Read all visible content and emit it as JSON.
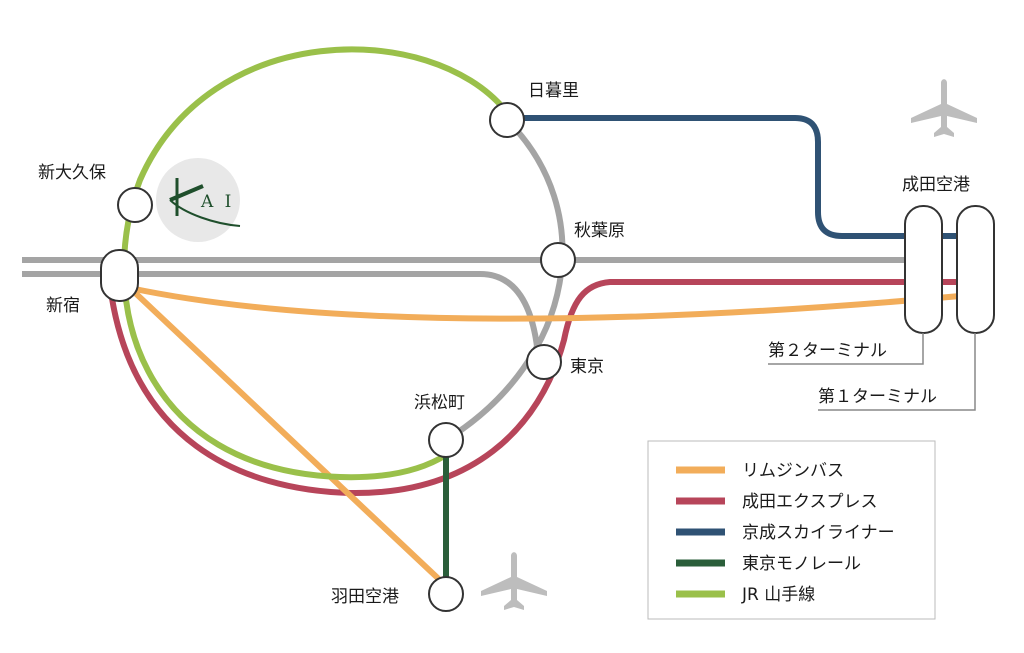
{
  "stations": {
    "shinokubo": "新大久保",
    "shinjuku": "新宿",
    "nippori": "日暮里",
    "akihabara": "秋葉原",
    "tokyo": "東京",
    "hamamatsucho": "浜松町",
    "haneda": "羽田空港",
    "narita": "成田空港"
  },
  "terminals": {
    "t2": "第２ターミナル",
    "t1": "第１ターミナル"
  },
  "logo": {
    "text": "A I"
  },
  "legend": [
    {
      "label": "リムジンバス",
      "color": "#f2ad5a"
    },
    {
      "label": "成田エクスプレス",
      "color": "#b7455a"
    },
    {
      "label": "京成スカイライナー",
      "color": "#2f5274"
    },
    {
      "label": "東京モノレール",
      "color": "#2a5e3a"
    },
    {
      "label": "JR 山手線",
      "color": "#9ac04a"
    }
  ],
  "colors": {
    "jr_track": "#a4a4a4",
    "airplane": "#bdbdbd",
    "station_stroke": "#333333"
  },
  "icons": [
    "airplane-icon",
    "airplane-icon"
  ]
}
